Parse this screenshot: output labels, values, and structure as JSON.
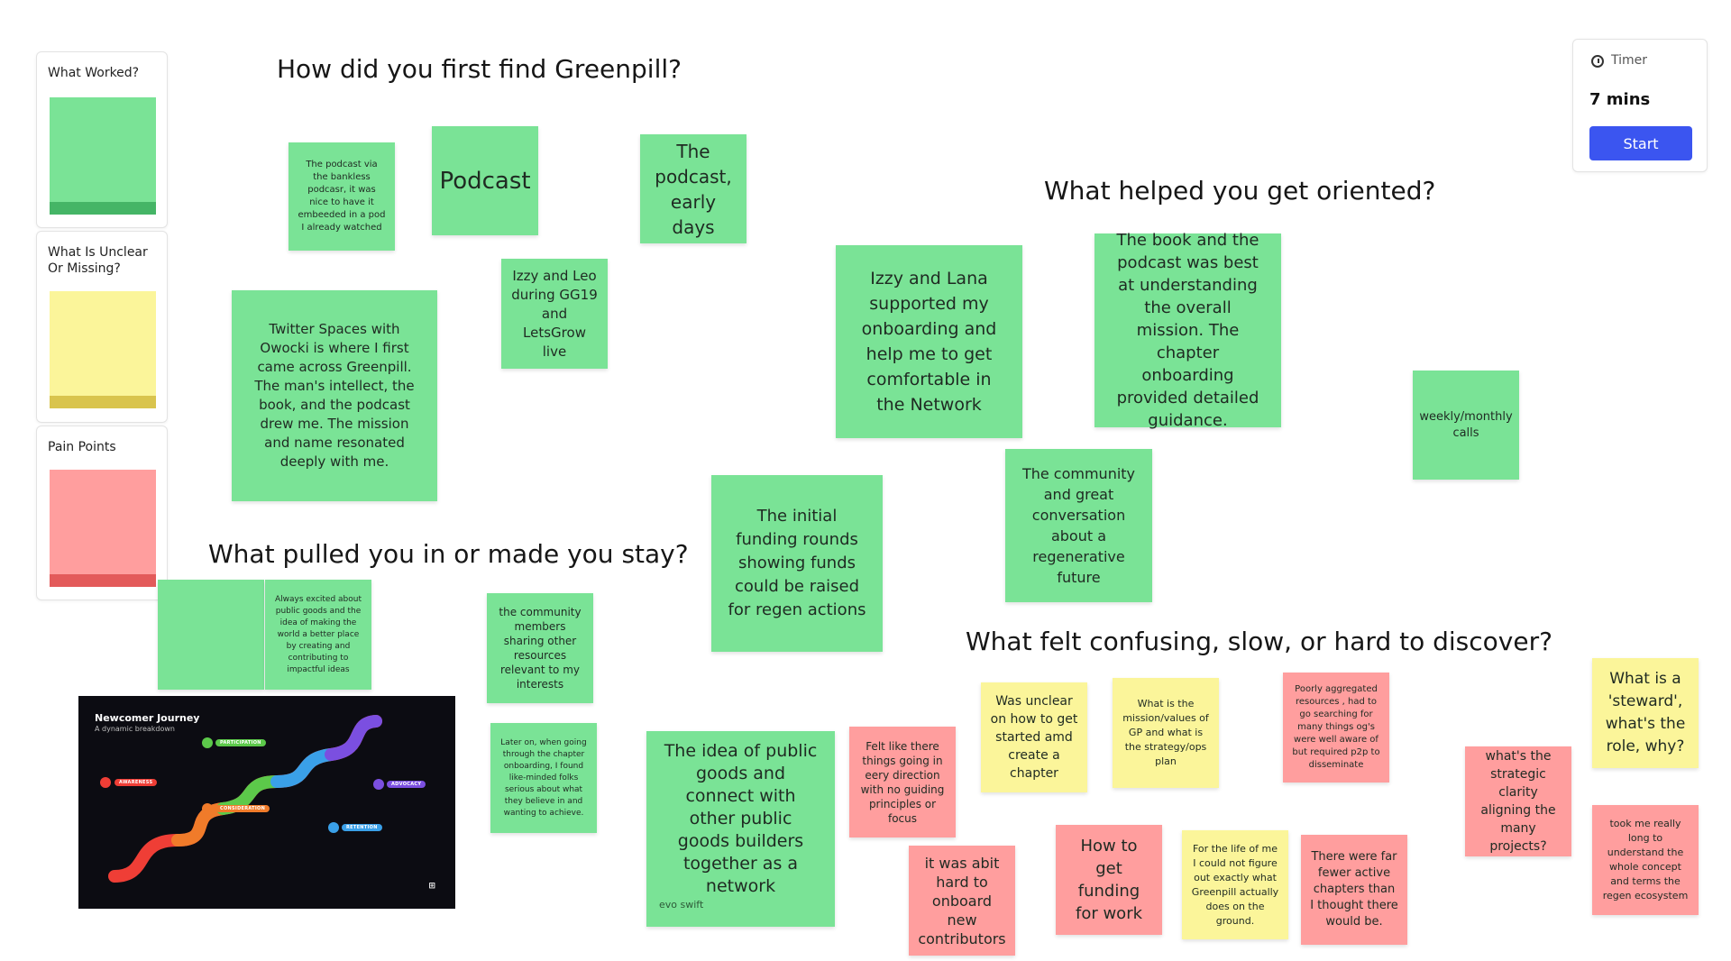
{
  "palette": {
    "cards": [
      {
        "title": "What Worked?",
        "color": "green"
      },
      {
        "title": "What  Is Unclear Or Missing?",
        "color": "yellow"
      },
      {
        "title": "Pain Points",
        "color": "red"
      }
    ]
  },
  "timer": {
    "label": "Timer",
    "value": "7 mins",
    "start_label": "Start",
    "accent": "#3b55f0"
  },
  "headings": {
    "find": "How did you first find Greenpill?",
    "oriented": "What helped you get oriented?",
    "pulled": "What pulled you in or made you stay?",
    "confusing": "What felt confusing, slow, or hard to discover?"
  },
  "journey": {
    "title": "Newcomer Journey",
    "subtitle": "A dynamic breakdown",
    "stages": [
      "AWARENESS",
      "PARTICIPATION",
      "CONSIDERATION",
      "RETENTION",
      "ADVOCACY"
    ]
  },
  "stickies": {
    "find": [
      {
        "text": "The podcast via the bankless podcasr, it was nice to have it embeeded in a pod I already watched"
      },
      {
        "text": "Podcast"
      },
      {
        "text": "The podcast, early days"
      },
      {
        "text": "Izzy and Leo during GG19 and LetsGrow live"
      },
      {
        "text": "Twitter Spaces with Owocki is where I first came across Greenpill. The man's intellect, the book, and the podcast drew me. The mission and name resonated deeply with me."
      }
    ],
    "oriented": [
      {
        "text": "Izzy and Lana supported my onboarding and help me to get comfortable in the Network"
      },
      {
        "text": "The book and the podcast was best at understanding the overall mission. The chapter onboarding provided detailed guidance."
      },
      {
        "text": "weekly/monthly calls"
      },
      {
        "text": "The initial funding rounds showing funds could be raised for regen actions"
      },
      {
        "text": "The community and great conversation about a regenerative future"
      }
    ],
    "pulled": [
      {
        "text": ""
      },
      {
        "text": "Always excited about public goods and the idea of making the world a better place by creating and contributing to impactful ideas"
      },
      {
        "text": "the community members sharing other resources relevant to my interests"
      },
      {
        "text": "Later on, when going through the chapter onboarding, I found like-minded folks serious about what they believe in and wanting to achieve."
      },
      {
        "text": "The idea of public goods and connect with other public goods builders together as a network",
        "author": "evo swift"
      }
    ],
    "confusing": [
      {
        "text": "Felt like there things going in eery direction with no guiding principles or focus"
      },
      {
        "text": "Was unclear on how to get started amd create a chapter"
      },
      {
        "text": "What is the mission/values of GP and what is the strategy/ops plan"
      },
      {
        "text": "Poorly aggregated resources , had to go searching for many things og's were well aware of but required p2p to disseminate"
      },
      {
        "text": "What is a 'steward', what's the role, why?"
      },
      {
        "text": "what's the strategic clarity aligning the many projects?"
      },
      {
        "text": "it was abit hard to onboard new contributors"
      },
      {
        "text": "How to get funding for work"
      },
      {
        "text": "For the life of me I could not figure out exactly what Greenpill actually does on the ground."
      },
      {
        "text": "There were far fewer active chapters than I thought there would be."
      },
      {
        "text": "took me really long to understand the whole concept and terms the regen ecosystem"
      }
    ]
  }
}
